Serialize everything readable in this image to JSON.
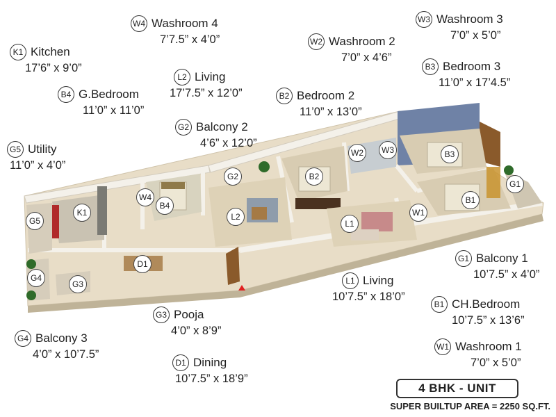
{
  "unit": {
    "type": "4 BHK - UNIT",
    "area": "SUPER BUILTUP AREA = 2250 SQ.FT."
  },
  "rooms": {
    "w4": {
      "code": "W4",
      "name": "Washroom 4",
      "dim": "7’7.5” x 4’0”"
    },
    "k1": {
      "code": "K1",
      "name": "Kitchen",
      "dim": "17’6” x 9’0”"
    },
    "b4": {
      "code": "B4",
      "name": "G.Bedroom",
      "dim": "11’0” x 11’0”"
    },
    "g5": {
      "code": "G5",
      "name": "Utility",
      "dim": "11’0” x 4’0”"
    },
    "l2": {
      "code": "L2",
      "name": "Living",
      "dim": "17’7.5” x 12’0”"
    },
    "g2": {
      "code": "G2",
      "name": "Balcony 2",
      "dim": "4’6” x 12’0”"
    },
    "w2": {
      "code": "W2",
      "name": "Washroom 2",
      "dim": "7’0” x 4’6”"
    },
    "b2": {
      "code": "B2",
      "name": "Bedroom 2",
      "dim": "11’0” x 13’0”"
    },
    "w3": {
      "code": "W3",
      "name": "Washroom 3",
      "dim": "7’0” x 5’0”"
    },
    "b3": {
      "code": "B3",
      "name": "Bedroom 3",
      "dim": "11’0” x 17’4.5”"
    },
    "g1": {
      "code": "G1",
      "name": "Balcony 1",
      "dim": "10’7.5” x 4’0”"
    },
    "b1": {
      "code": "B1",
      "name": "CH.Bedroom",
      "dim": "10’7.5” x 13’6”"
    },
    "w1": {
      "code": "W1",
      "name": "Washroom 1",
      "dim": "7’0” x 5’0”"
    },
    "l1": {
      "code": "L1",
      "name": "Living",
      "dim": "10’7.5” x 18’0”"
    },
    "g4": {
      "code": "G4",
      "name": "Balcony 3",
      "dim": "4’0” x 10’7.5”"
    },
    "g3": {
      "code": "G3",
      "name": "Pooja",
      "dim": "4’0” x 8’9”"
    },
    "d1": {
      "code": "D1",
      "name": "Dining",
      "dim": "10’7.5” x 18’9”"
    }
  },
  "colors": {
    "floor": "#e8ddc7",
    "wall": "#f4f1ea",
    "accent_wall": "#6f82a6",
    "wood": "#8a5a2b",
    "bed": "#d8d3bf"
  }
}
